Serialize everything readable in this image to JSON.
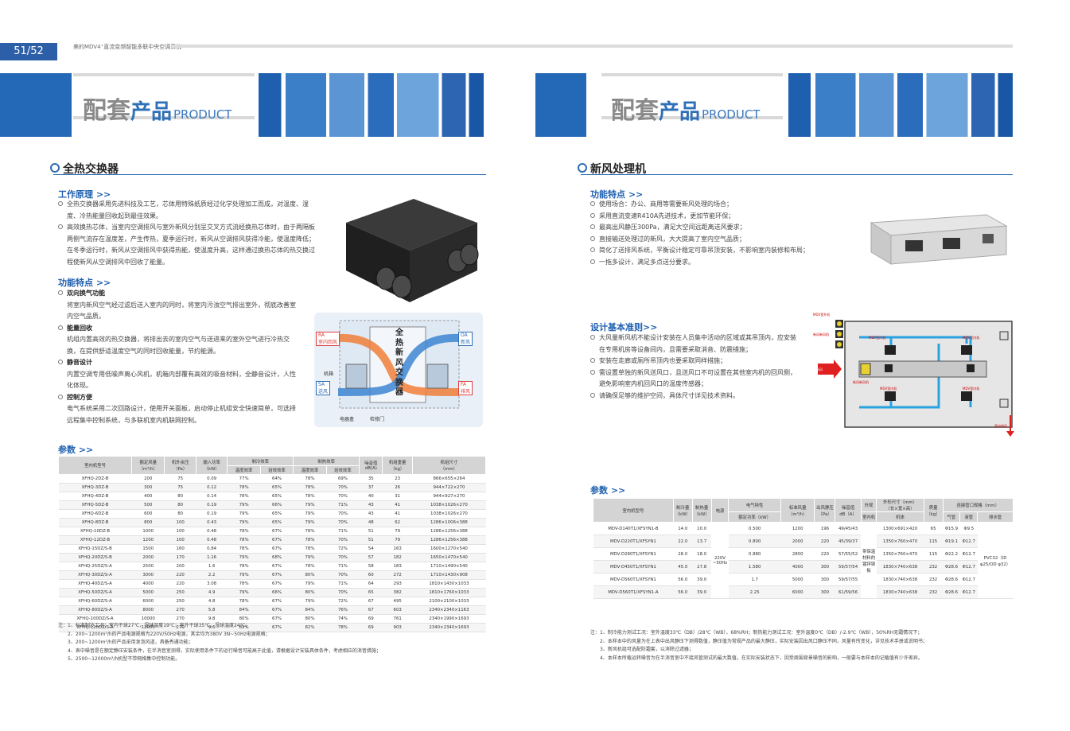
{
  "header": {
    "page_number": "51/52",
    "doc_title": "美的MDV4⁺直流变频智能多联中央空调系统"
  },
  "banner": {
    "main": "配套",
    "sub": "产品",
    "en": "PRODUCT"
  },
  "left": {
    "section_title": "全热交换器",
    "principle": {
      "heading": "工作原理 >>",
      "items": [
        "全热交换器采用先进科技及工艺，芯体用特殊纸质经过化学处理加工而成，对温度、湿度、冷热能量回收起到最佳效果。",
        "高效换热芯体，当室内空调排风与室外新风分别呈交叉方式流经换热芯体时，由于两隔板两侧气流存在温度差，产生传热，夏季运行时，新风从空调排风获得冷能，使温度降低；在冬季运行时，新风从空调排风中获得热能，使温度升高，这样通过换热芯体的热交换过程使新风从空调排风中回收了能量。"
      ]
    },
    "features": {
      "heading": "功能特点 >>",
      "items": [
        {
          "title": "双向换气功能",
          "desc": "将室内新风空气经过滤后送入室内的同时，将室内污浊空气排出室外，彻底改善室内空气品质。"
        },
        {
          "title": "能量回收",
          "desc": "机组内置高效的热交换器，将排出去的室内空气与送进来的室外空气进行冷热交换，在提供舒适温度空气的同时回收能量，节约能源。"
        },
        {
          "title": "静音设计",
          "desc": "内置空调专用低噪声离心风机，机箱内部覆有高效的吸音材料，全静音设计，人性化体现。"
        },
        {
          "title": "控制方便",
          "desc": "电气系统采用二次回路设计，使用开关面板，启动停止机组安全快速简单，可选择远程集中控制系统，与多联机室内机联网控制。"
        }
      ]
    },
    "diagram": {
      "ra_code": "RA",
      "ra_label": "室内回风",
      "oa_code": "OA",
      "oa_label": "新风",
      "sa_code": "SA",
      "sa_label": "送风",
      "fa_code": "FA",
      "fa_label": "排风",
      "center_chars": [
        "全",
        "热",
        "新",
        "风",
        "交",
        "换",
        "器"
      ],
      "jixiang": "机箱",
      "dianqihe": "电器盒",
      "jianxiumen": "检修门"
    },
    "params_heading": "参数 >>",
    "table": {
      "h_model": "室内机型号",
      "h_airflow": "额定风量",
      "h_airflow_unit": "（m³/h）",
      "h_esp": "机外余压",
      "h_esp_unit": "（Pa）",
      "h_power": "输入功率",
      "h_power_unit": "（kW）",
      "h_cool": "制冷效率",
      "h_heat": "制热效率",
      "h_temp": "温度效率",
      "h_enth": "焓效效率",
      "h_noise": "噪音值",
      "h_noise_unit": "dB(A)",
      "h_weight": "机组重量",
      "h_weight_unit": "（kg）",
      "h_dim": "机组尺寸",
      "h_dim_unit": "（mm）",
      "rows": [
        [
          "XFHQ-2DZ-B",
          "200",
          "75",
          "0.09",
          "77%",
          "64%",
          "78%",
          "69%",
          "35",
          "23",
          "866×655×264"
        ],
        [
          "XFHQ-3DZ-B",
          "300",
          "75",
          "0.12",
          "78%",
          "65%",
          "78%",
          "70%",
          "37",
          "26",
          "944×722×270"
        ],
        [
          "XFHQ-4DZ-B",
          "400",
          "80",
          "0.14",
          "78%",
          "65%",
          "78%",
          "70%",
          "40",
          "31",
          "944×927×270"
        ],
        [
          "XFHQ-5DZ-B",
          "500",
          "80",
          "0.19",
          "79%",
          "66%",
          "79%",
          "71%",
          "43",
          "41",
          "1038×1026×270"
        ],
        [
          "XFHQ-6DZ-B",
          "600",
          "80",
          "0.19",
          "79%",
          "65%",
          "79%",
          "70%",
          "43",
          "41",
          "1038×1026×270"
        ],
        [
          "XFHQ-8DZ-B",
          "800",
          "100",
          "0.43",
          "79%",
          "65%",
          "79%",
          "70%",
          "48",
          "62",
          "1286×1006×388"
        ],
        [
          "XFHQ-10DZ-B",
          "1000",
          "100",
          "0.48",
          "78%",
          "67%",
          "78%",
          "71%",
          "51",
          "79",
          "1286×1256×388"
        ],
        [
          "XFHQ-12DZ-B",
          "1200",
          "100",
          "0.48",
          "78%",
          "67%",
          "78%",
          "70%",
          "51",
          "79",
          "1286×1256×388"
        ],
        [
          "XFHQ-15DZ/S-B",
          "1500",
          "160",
          "0.84",
          "78%",
          "67%",
          "78%",
          "72%",
          "54",
          "163",
          "1600×1270×540"
        ],
        [
          "XFHQ-20DZ/S-B",
          "2000",
          "170",
          "1.16",
          "79%",
          "68%",
          "79%",
          "70%",
          "57",
          "182",
          "1650×1470×540"
        ],
        [
          "XFHQ-25DZ/S-A",
          "2500",
          "200",
          "1.6",
          "78%",
          "67%",
          "78%",
          "71%",
          "58",
          "183",
          "1710×1490×540"
        ],
        [
          "XFHQ-30DZ/S-A",
          "3000",
          "220",
          "2.2",
          "79%",
          "67%",
          "80%",
          "70%",
          "60",
          "272",
          "1710×1430×908"
        ],
        [
          "XFHQ-40DZ/S-A",
          "4000",
          "220",
          "3.08",
          "78%",
          "67%",
          "79%",
          "71%",
          "64",
          "293",
          "1810×1430×1033"
        ],
        [
          "XFHQ-50DZ/S-A",
          "5000",
          "250",
          "4.9",
          "79%",
          "66%",
          "80%",
          "70%",
          "65",
          "382",
          "1810×1760×1033"
        ],
        [
          "XFHQ-60DZ/S-A",
          "6000",
          "250",
          "4.8",
          "78%",
          "67%",
          "79%",
          "72%",
          "67",
          "495",
          "2100×2100×1033"
        ],
        [
          "XFHQ-80DZ/S-A",
          "8000",
          "270",
          "5.8",
          "84%",
          "67%",
          "84%",
          "76%",
          "67",
          "603",
          "2340×2340×1163"
        ],
        [
          "XFHQ-100DZ/S-A",
          "10000",
          "270",
          "9.8",
          "80%",
          "67%",
          "80%",
          "74%",
          "69",
          "761",
          "2340×1990×1693"
        ],
        [
          "XFHQ-120DZ/S-A",
          "12000",
          "270",
          "9.6",
          "82%",
          "67%",
          "82%",
          "78%",
          "69",
          "903",
          "2340×2340×1693"
        ]
      ]
    },
    "notes": [
      "注：1、标准制冷工况：室内干球27℃，湿球温度19℃；室外干球35℃，湿球温度24℃；",
      "2、200~1200m³/h的产品电源规格为220V/50Hz电源，其余均为380V 3N~50Hz电源规格；",
      "3、200~1200m³/h的产品采用发泡风道，具备秀通功能；",
      "4、表中噪音是在额定静压安装条件，在半消音室测得，实际使用条件下的运行噪音可能高于此值，请根据设计安装具体条件，考虑相应的消音措施；",
      "5、2500~12000m³/h机型不带网络集中控制功能。"
    ]
  },
  "right": {
    "section_title": "新风处理机",
    "features": {
      "heading": "功能特点 >>",
      "items": [
        "使用场合：办公、商用等需要新风处理的场合；",
        "采用直流变速R410A先进技术，更加节能环保；",
        "最高出风静压300Pa，满足大空间远距离送风要求；",
        "直接输送处理过的新风，大大提高了室内空气品质；",
        "简化了送排风系统，平衡设计稳定可靠吊顶安装，不影响室内装修和布局；",
        "一拖多设计，满足多点送分要求。"
      ]
    },
    "design": {
      "heading": "设计基本准则>>",
      "items": [
        "大风量新风机不能设计安装在人员集中活动的区域或其吊顶内，应安装在专用机房等设备间内，且需要采取消音、防震措施；",
        "安装在走廊或厕所吊顶内也要采取同样措施；",
        "需设置单独的新风送风口，且送风口不可设置在其他室内机的回风侧，避免影响室内机回风口的温度传感器；",
        "请确保足够的维护空间，具体尺寸详见技术资料。"
      ]
    },
    "diagram": {
      "label_outdoor": "MDV室外机",
      "label_fresh": "新风新风机",
      "label_indoor": "MDV室内机",
      "label_fresh_in": "新风",
      "label_fresh_unit": "新风新风机",
      "label_exhaust": "室内排风"
    },
    "params_heading": "参数 >>",
    "table": {
      "h_model": "室内机型号",
      "h_cool": "制冷量",
      "h_cool_unit": "（kW）",
      "h_heat": "制热量",
      "h_heat_unit": "（kW）",
      "h_power_src": "电源",
      "h_elec": "电气特性",
      "h_rated_power": "额定功率（kW）",
      "h_airflow": "标准风量",
      "h_airflow_unit": "（m³/h）",
      "h_esp": "出风静压",
      "h_esp_unit": "（Pa）",
      "h_noise": "噪音值",
      "h_noise_unit": "dB（A）",
      "h_exterior": "外观",
      "h_indoor": "室内机",
      "h_dim": "外形尺寸（mm）",
      "h_dim_sub": "（长×宽×高）",
      "h_body": "机体",
      "h_weight": "质量（kg）",
      "h_pipe": "连接管口规格（mm）",
      "h_gas": "气管",
      "h_liquid": "液管",
      "h_drain": "排水管",
      "power_value": "220V ~50Hz",
      "exterior_value": "带保温材料的镀锌钢板",
      "drain_value": "PVC32（ID φ25/OD φ32）",
      "rows": [
        [
          "MDV-D140T1/XFSYN1-B",
          "14.0",
          "10.0",
          "0.500",
          "1200",
          "196",
          "49/45/43",
          "1300×691×420",
          "65",
          "Φ15.9",
          "Φ9.5"
        ],
        [
          "MDV-D220T1/XFSYN1",
          "22.0",
          "13.7",
          "0.800",
          "2000",
          "220",
          "45/39/37",
          "1350×760×470",
          "115",
          "Φ19.1",
          "Φ12.7"
        ],
        [
          "MDV-D280T1/XFSYN1",
          "28.0",
          "18.0",
          "0.880",
          "2800",
          "220",
          "57/55/52",
          "1350×760×470",
          "115",
          "Φ22.2",
          "Φ12.7"
        ],
        [
          "MDV-D450T1/XFSYN1",
          "45.0",
          "27.8",
          "1.580",
          "4000",
          "300",
          "59/57/54",
          "1830×740×638",
          "232",
          "Φ28.6",
          "Φ12.7"
        ],
        [
          "MDV-D560T1/XFSYN1",
          "56.0",
          "39.0",
          "1.7",
          "5000",
          "300",
          "59/57/55",
          "1830×740×638",
          "232",
          "Φ28.6",
          "Φ12.7"
        ],
        [
          "MDV-D560T1/XFSYN1-A",
          "56.0",
          "39.0",
          "2.25",
          "6000",
          "300",
          "61/59/56",
          "1830×740×638",
          "232",
          "Φ28.6",
          "Φ12.7"
        ]
      ]
    },
    "notes": [
      "注：1、制冷能力测试工况：室外温度33℃（DB）/28℃（WB），68%RH；制热能力测试工况：室外温度0℃（DB）/-2.9℃（WB），50%RH无霜情况下；",
      "2、本样本中的风量为在上表中出风静压下测得数值，静压值为常规产品的最大静压，实际安装因出风口静压不同，风量有所变化，详见技术手册或说明书；",
      "3、新风机组可选配防霜套，以消除过滤器；",
      "4、本样本所载运转噪音为在半消音室中不接风管测试的最大数值，在实际安装状态下，因受周围背景噪音的影响，一般要与本样本的记载值有少许差异。"
    ]
  }
}
